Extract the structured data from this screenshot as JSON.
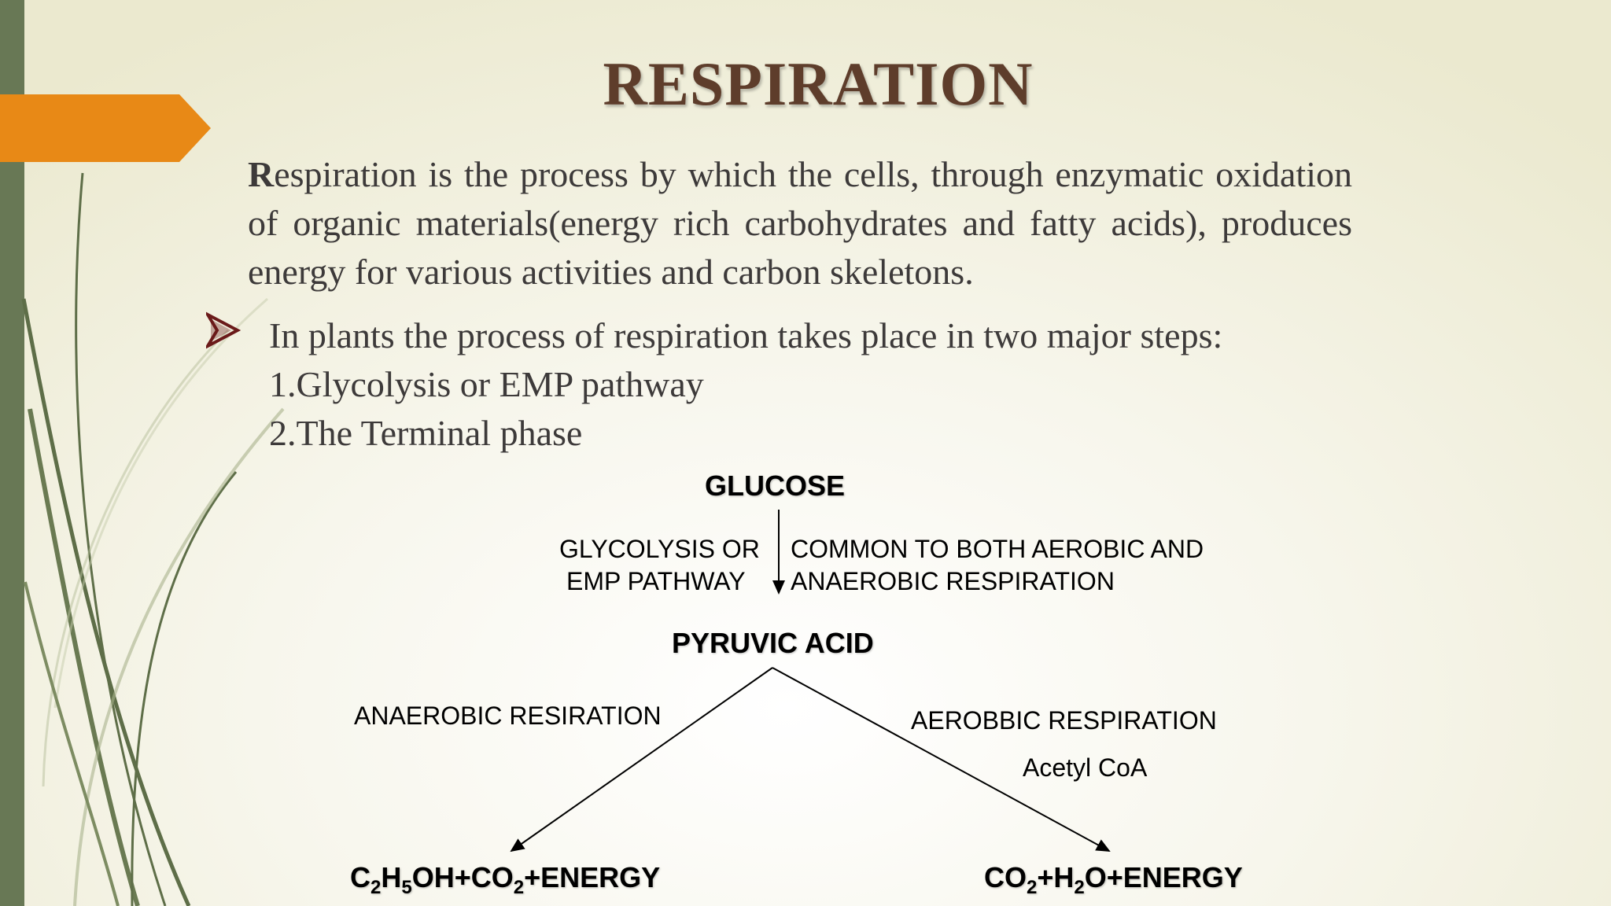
{
  "title": "RESPIRATION",
  "intro": {
    "first_letter": "R",
    "rest": "espiration is the process by which the cells, through enzymatic oxidation of organic materials(energy rich carbohydrates and fatty acids), produces energy for various activities and carbon skeletons."
  },
  "bullet": {
    "text": "In plants the process of respiration takes place in two major steps:",
    "steps": [
      "1.Glycolysis or EMP pathway",
      "2.The Terminal phase"
    ]
  },
  "diagram": {
    "glucose": "GLUCOSE",
    "glycolysis_label": [
      "GLYCOLYSIS OR",
      "EMP PATHWAY"
    ],
    "common_label": [
      "COMMON TO BOTH AEROBIC AND",
      "ANAEROBIC RESPIRATION"
    ],
    "pyruvic": "PYRUVIC ACID",
    "anaerobic_label": "ANAEROBIC RESIRATION",
    "aerobic_label": "AEROBBIC RESPIRATION",
    "acetyl_label": "Acetyl CoA",
    "anaerobic_product": {
      "parts": [
        "C",
        "2",
        "H",
        "5",
        "OH+CO",
        "2",
        "+ENERGY"
      ]
    },
    "aerobic_product": {
      "parts": [
        "CO",
        "2",
        "+H",
        "2",
        "O+ENERGY"
      ]
    }
  },
  "colors": {
    "left_bar": "#687855",
    "accent_arrow": "#e88916",
    "title": "#5e3d2b",
    "body_text": "#3d3a3a",
    "stem": "#5e6e48"
  }
}
